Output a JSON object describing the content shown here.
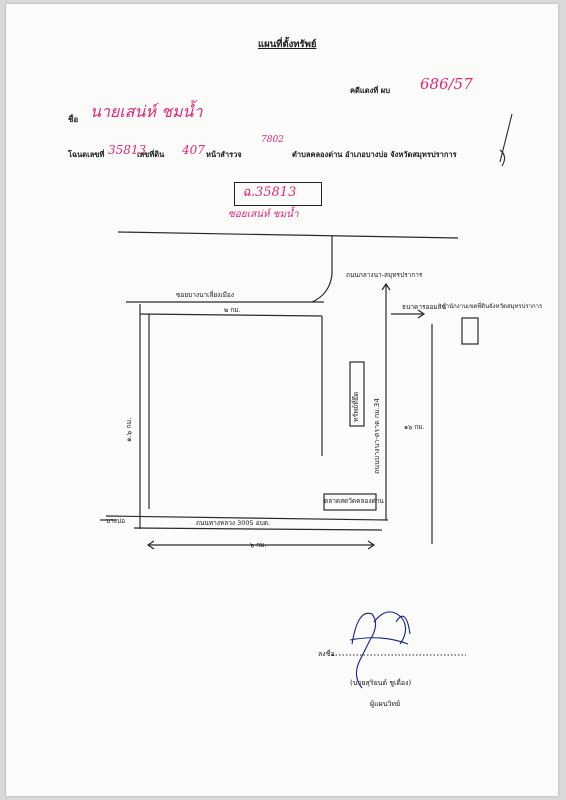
{
  "document": {
    "title": "แผนที่ตั้งทรัพย์",
    "case_label": "คดีแดงที่ ผบ",
    "case_number": "686/57",
    "name_label": "ชื่อ",
    "name_value": "นายเสน่ห์ ชมน้ำ",
    "deed_line": {
      "deed_label": "โฉนดเลขที่",
      "deed_no": "35813",
      "land_label": "เลขที่ดิน",
      "land_no": "407",
      "survey_label": "หน้าสำรวจ",
      "survey_no": "7802",
      "location": "ตำบลคลองด่าน อำเภอบางบ่อ จังหวัดสมุทรปราการ"
    },
    "boxed_deed": "ฉ.35813",
    "soi_label": "ซอยเสน่ห์ ชมน้ำ"
  },
  "map": {
    "label_top_road": "ถนนกลางนา-สมุทรปราการ",
    "label_soi_left": "ซอยบางนาเลี่ยงเมือง",
    "label_dist_top": "๒ กม.",
    "label_dist_left": "๑.๖ กม.",
    "label_property": "ทรัพย์ที่ยึด",
    "label_road_right": "ถนนบางนา-ตราด กม.34",
    "label_dist_right": "๑๖ กม.",
    "label_bank": "ธนาคารออมสิน",
    "label_office": "สำนักงานเขตที่ดินจังหวัดสมุทรปราการ",
    "label_market": "ตลาดสดวัดคลองด่าน",
    "label_main_road": "ถนนทางหลวง 3005 อบต.",
    "label_bangbo": "บางบ่อ",
    "label_dist_bottom": "๖ กม."
  },
  "signature": {
    "sign_label": "ลงชื่อ",
    "signer_name": "(นายสุริยนต์ ชูเดื่อง)",
    "role": "ผู้แผนวิทย์"
  }
}
